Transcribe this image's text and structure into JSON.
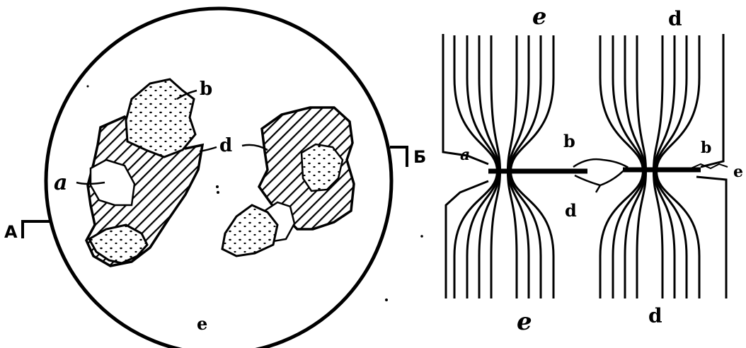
{
  "left_figure": {
    "section_left_label": "A",
    "section_right_label": "Б",
    "label_a": "a",
    "label_b": "b",
    "label_d": "d",
    "label_e": "e"
  },
  "right_figure": {
    "top_left_label": "e",
    "top_right_label": "d",
    "bottom_left_label": "e",
    "bottom_right_label": "d",
    "label_a": "a",
    "label_b_left": "b",
    "label_b_right": "b",
    "label_d_center": "d",
    "label_e_right": "e"
  },
  "colors": {
    "ink": "#000000",
    "paper": "#ffffff"
  }
}
